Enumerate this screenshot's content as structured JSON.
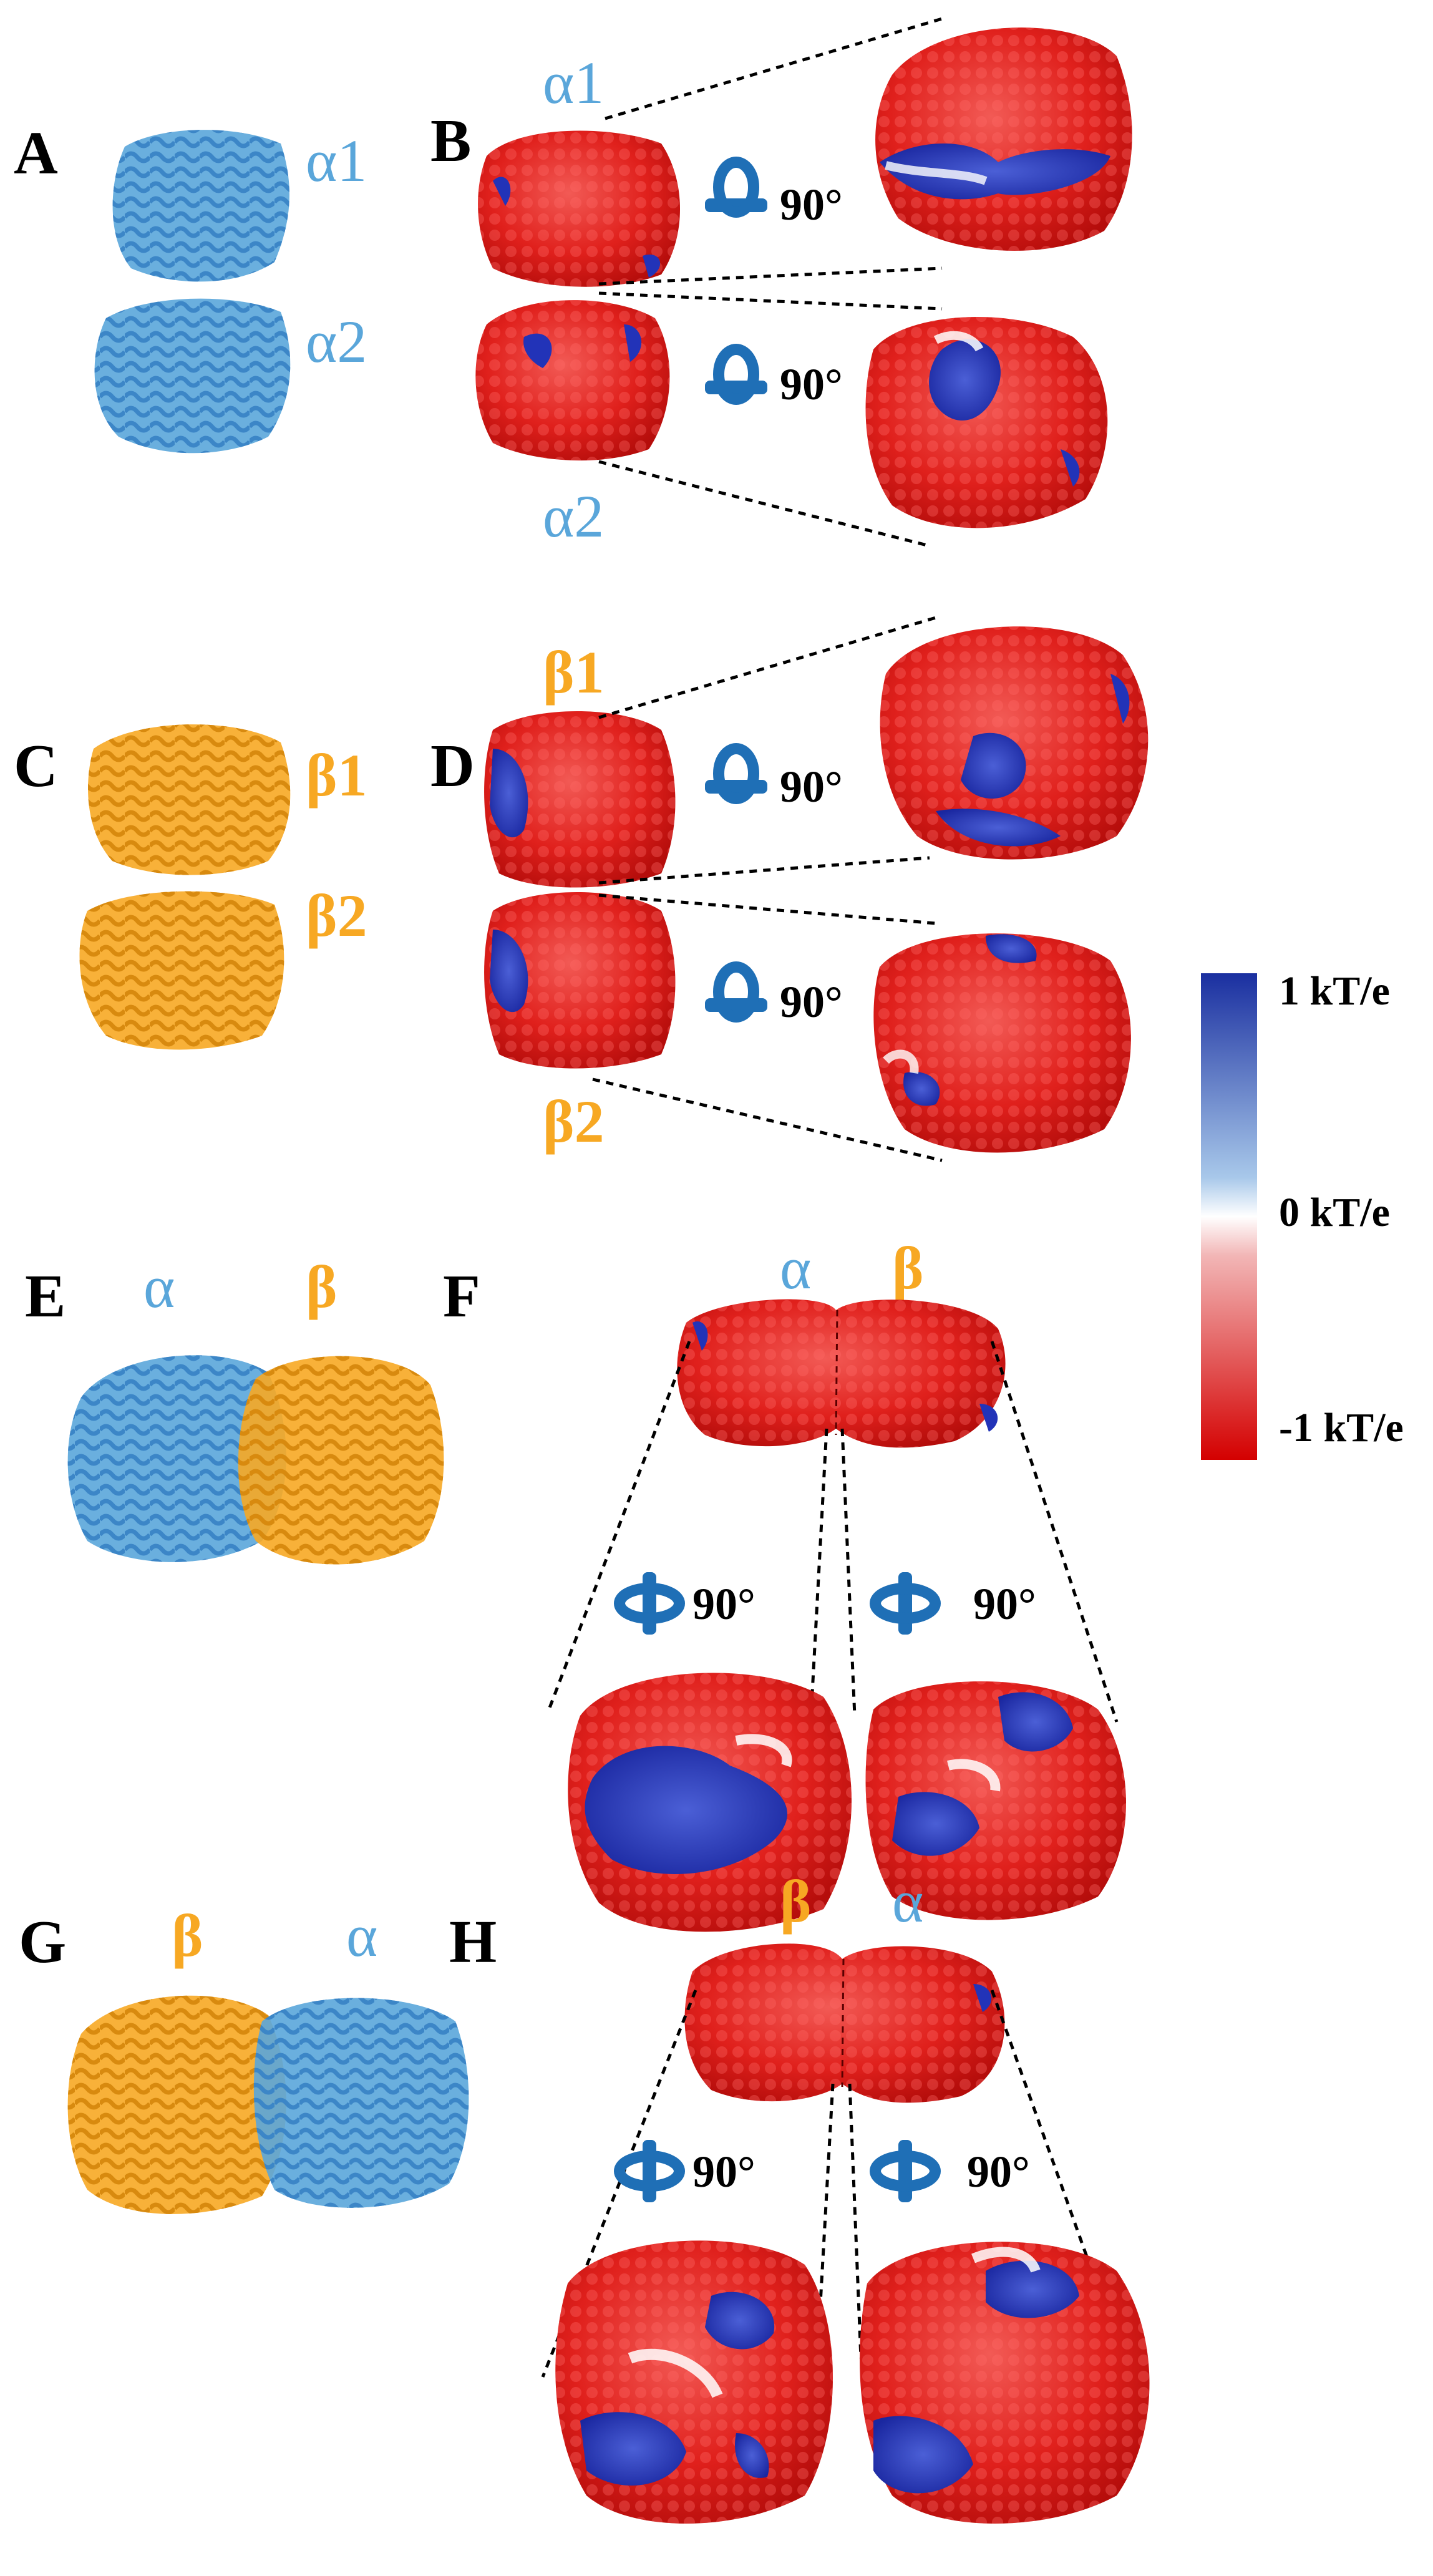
{
  "panel_labels": {
    "A": "A",
    "B": "B",
    "C": "C",
    "D": "D",
    "E": "E",
    "F": "F",
    "G": "G",
    "H": "H"
  },
  "subunit_labels": {
    "a_alpha1": "α1",
    "a_alpha2": "α2",
    "b_alpha1": "α1",
    "b_alpha2": "α2",
    "c_beta1": "β1",
    "c_beta2": "β2",
    "d_beta1": "β1",
    "d_beta2": "β2",
    "e_alpha": "α",
    "e_beta": "β",
    "f_alpha": "α",
    "f_beta": "β",
    "g_beta": "β",
    "g_alpha": "α",
    "h_beta": "β",
    "h_alpha": "α"
  },
  "rotation_label": "90°",
  "color_scale": {
    "max_label": "1 kT/e",
    "mid_label": "0 kT/e",
    "min_label": "-1 kT/e",
    "colors": {
      "positive": "#1a2fa0",
      "neutral": "#ffffff",
      "negative": "#d40000"
    }
  },
  "colors": {
    "alpha_cartoon": "#5aa6da",
    "beta_cartoon": "#f7a823",
    "rotation_arrow": "#1f6fb6",
    "surface_red": "#e0201c",
    "surface_blue": "#2233b8"
  }
}
